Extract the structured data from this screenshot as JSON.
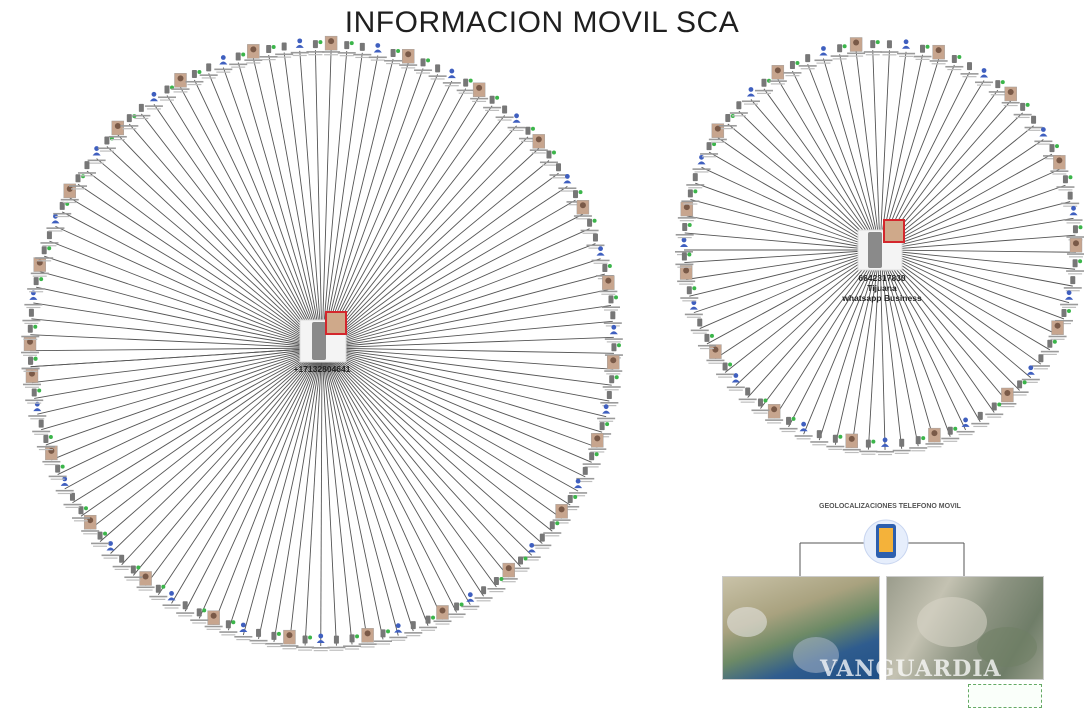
{
  "title": "INFORMACION MOVIL SCA",
  "hub_left": {
    "number": "+17132804641"
  },
  "hub_right": {
    "number": "6642317830",
    "city": "Tijuana",
    "service": "whatsapp Business"
  },
  "geo": {
    "title": "GEOLOCALIZACIONES TELEFONO MOVIL",
    "watermark": "VANGUARDIA"
  },
  "colors": {
    "line": "#555555",
    "highlight": "#d4262c",
    "phone": "#777777",
    "user_icon": "#3f5fbf",
    "whatsapp": "#3bb54a"
  }
}
